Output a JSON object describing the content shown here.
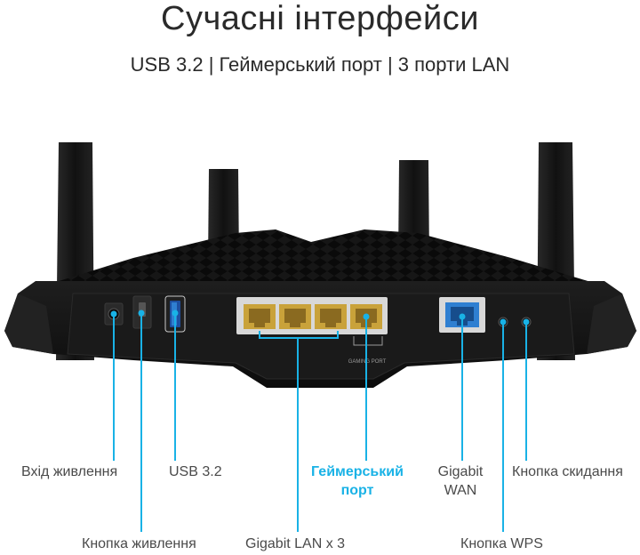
{
  "title": "Сучасні інтерфейси",
  "subtitle": "USB 3.2 | Геймерський порт | 3 порти LAN",
  "router": {
    "gaming_port_marking": "GAMING PORT"
  },
  "labels": {
    "power_input": "Вхід живлення",
    "usb": "USB 3.2",
    "gaming_port_line1": "Геймерський",
    "gaming_port_line2": "порт",
    "wan_line1": "Gigabit",
    "wan_line2": "WAN",
    "reset_button": "Кнопка скидання",
    "power_button": "Кнопка живлення",
    "lan": "Gigabit LAN x 3",
    "wps_button": "Кнопка WPS"
  },
  "colors": {
    "accent": "#19b2e6",
    "router_body": "#141414",
    "lan_ports": "#c9a23a",
    "wan_port": "#2f7fd1"
  }
}
